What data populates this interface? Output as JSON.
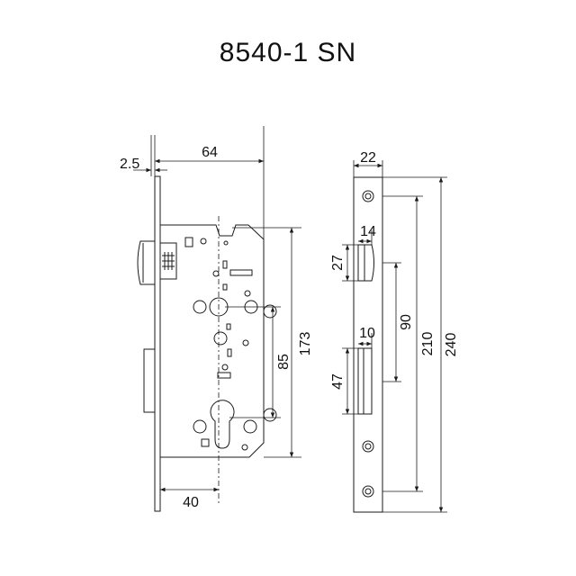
{
  "title": "8540-1 SN",
  "dimensions": {
    "faceplate_thickness": "2.5",
    "backset_overall": "64",
    "backset": "40",
    "body_height": "173",
    "handle_to_cylinder": "85",
    "faceplate_width": "22",
    "latch_projection": "14",
    "latch_height": "27",
    "deadbolt_projection": "10",
    "deadbolt_height": "47",
    "latch_to_bolt": "90",
    "screw_spacing": "210",
    "faceplate_length": "240"
  },
  "colors": {
    "line": "#1a1a1a",
    "background": "#ffffff"
  }
}
